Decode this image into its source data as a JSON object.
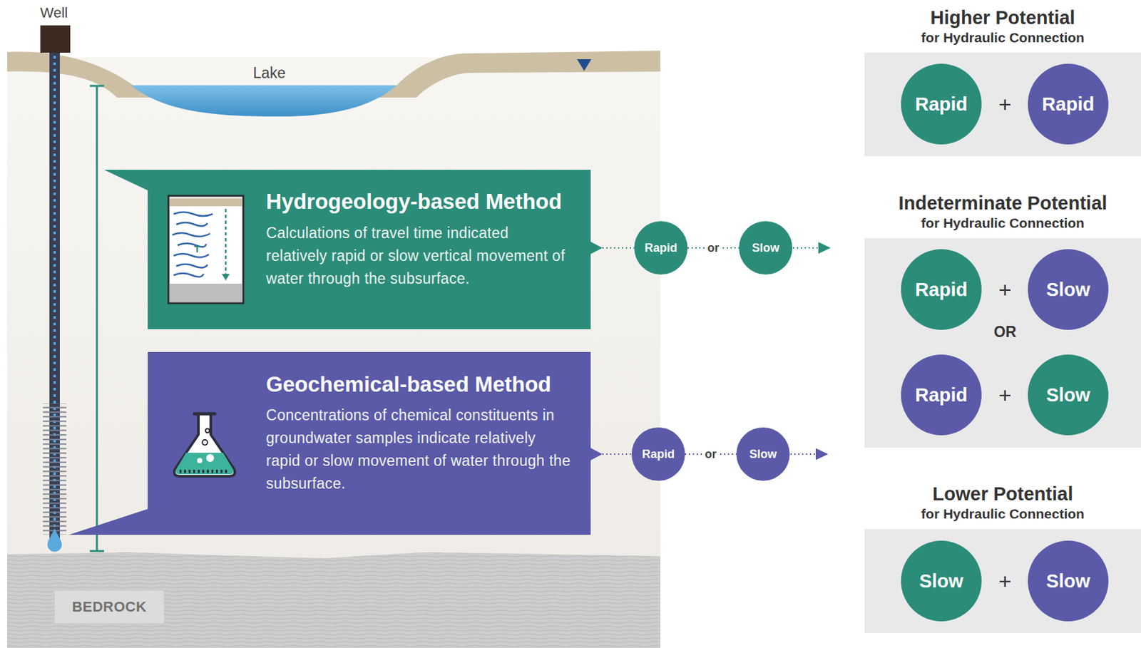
{
  "diagram": {
    "nodes": [
      {
        "text": [
          "Hydrogeology-based Method",
          "Calculations of travel time indicated relatively rapid or slow vertical movement of water through the subsurface."
        ]
      },
      {
        "text": [
          "Geochemical-based Method",
          "Concentrations of chemical constituents in groundwater samples indicate relatively rapid or slow movement of water through the subsurface."
        ]
      },
      {
        "text": [
          "BEDROCK"
        ]
      },
      {
        "text": [
          "Rapid"
        ]
      },
      {
        "text": [
          "Slow"
        ]
      },
      {
        "text": [
          "Rapid"
        ]
      },
      {
        "text": [
          "Slow"
        ]
      },
      {
        "text": [
          "Higher Potential",
          "for Hydraulic Connection"
        ]
      },
      {
        "text": [
          "Rapid"
        ],
        "in": 7
      },
      {
        "text": [
          "Rapid"
        ],
        "in": 7
      },
      {
        "text": [
          "Indeterminate Potential",
          "for Hydraulic Connection"
        ]
      },
      {
        "text": [
          "Rapid"
        ],
        "in": 10
      },
      {
        "text": [
          "Slow"
        ],
        "in": 10
      },
      {
        "text": [
          "Rapid"
        ],
        "in": 10
      },
      {
        "text": [
          "Slow"
        ],
        "in": 10
      },
      {
        "text": [
          "Lower Potential",
          "for Hydraulic Connection"
        ]
      },
      {
        "text": [
          "Slow"
        ],
        "in": 15
      },
      {
        "text": [
          "Slow"
        ],
        "in": 15
      }
    ],
    "edges": [
      {
        "from": 0,
        "to": 3,
        "arrow": "none"
      },
      {
        "from": 3,
        "to": 4,
        "label": "or",
        "arrow": "none"
      },
      {
        "from": 1,
        "to": 5,
        "arrow": "none"
      },
      {
        "from": 5,
        "to": 6,
        "label": "or",
        "arrow": "none"
      }
    ],
    "labels": [
      "Well",
      "Lake",
      "T",
      "+",
      "+",
      "OR",
      "+",
      "+"
    ]
  }
}
